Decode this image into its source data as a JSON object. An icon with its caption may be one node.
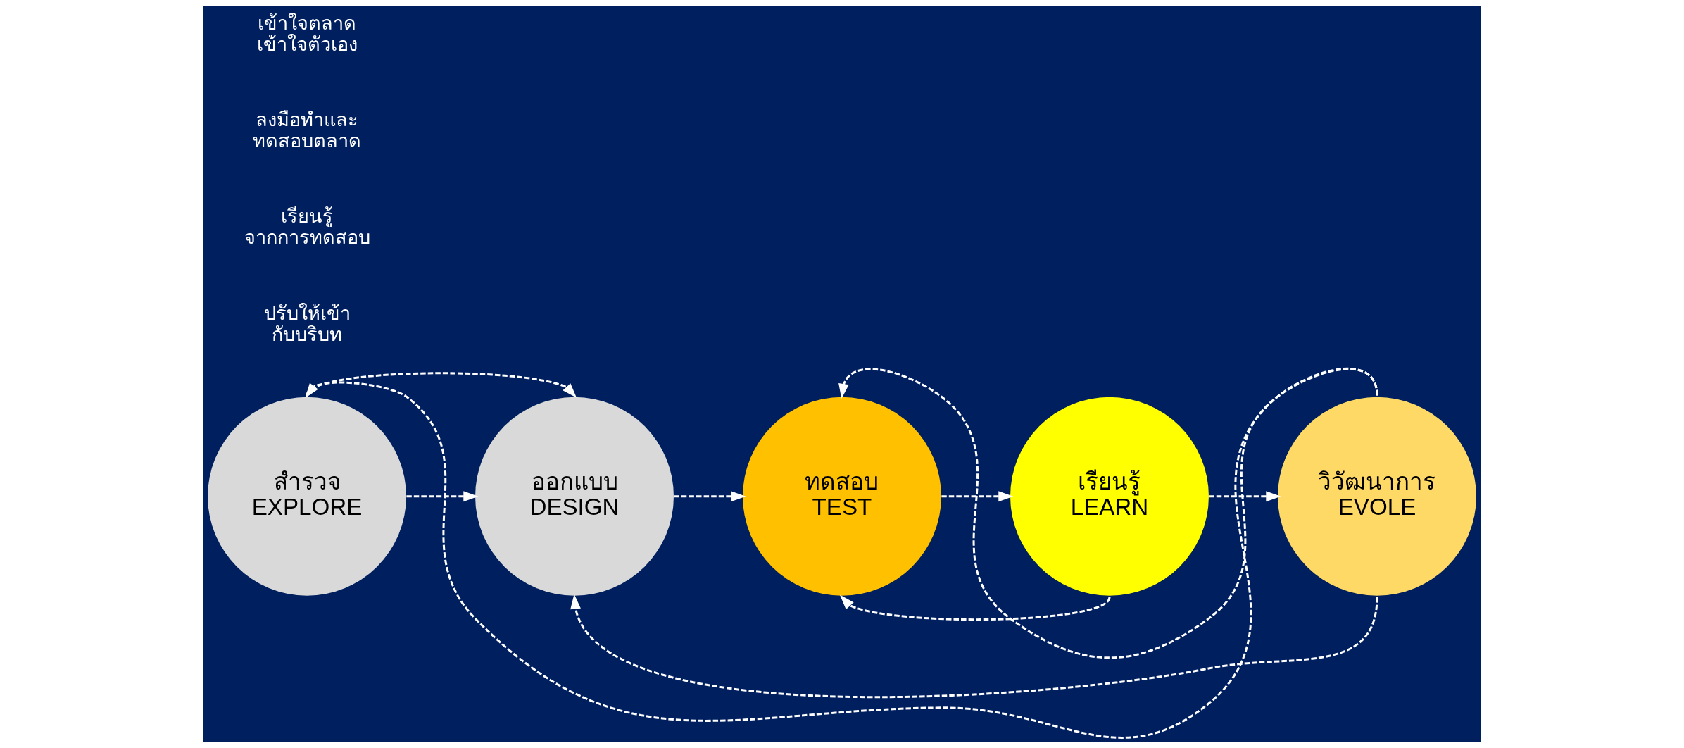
{
  "diagram": {
    "nodes": [
      {
        "text": [
          "สำรวจ EXPLORE"
        ]
      },
      {
        "text": [
          "ออกแบบ DESIGN"
        ]
      },
      {
        "text": [
          "ทดสอบ TEST"
        ]
      },
      {
        "text": [
          "เรียนรู้ LEARN"
        ]
      },
      {
        "text": [
          "วิวัฒนาการ EVOLE"
        ]
      }
    ],
    "edges": [
      {
        "from": 0,
        "to": 1,
        "arrow": "to",
        "style": "dashed"
      },
      {
        "from": 1,
        "to": 2,
        "arrow": "to",
        "style": "dashed"
      },
      {
        "from": 2,
        "to": 3,
        "arrow": "to",
        "style": "dashed"
      },
      {
        "from": 3,
        "to": 4,
        "arrow": "to",
        "style": "dashed"
      },
      {
        "from": 0,
        "to": 1,
        "arrow": "to",
        "style": "dashed"
      },
      {
        "from": 4,
        "to": 0,
        "arrow": "to",
        "style": "dashed"
      },
      {
        "from": 4,
        "to": 2,
        "arrow": "to",
        "style": "dashed"
      },
      {
        "from": 3,
        "to": 2,
        "arrow": "to",
        "style": "dashed"
      },
      {
        "from": 4,
        "to": 1,
        "arrow": "to",
        "style": "dashed"
      }
    ],
    "labels": [
      "เข้าใจตลาด เข้าใจตัวเอง",
      "ลงมือทำและ ทดสอบตลาด",
      "เรียนรู้ จากการทดสอบ",
      "ปรับให้เข้า กับบริบท"
    ]
  }
}
